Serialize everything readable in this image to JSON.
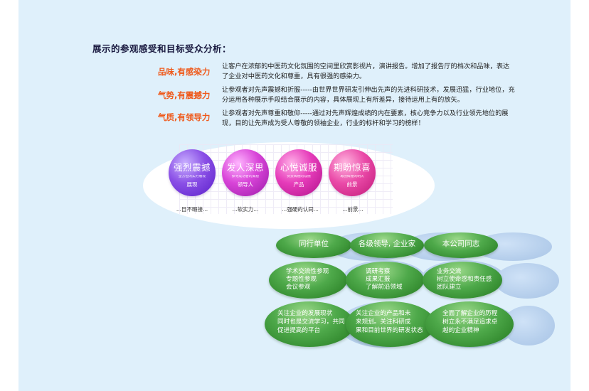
{
  "title": "展示的参观感受和目标受众分析：",
  "rows": [
    {
      "tag": "品味,有感染力",
      "text": "让客户在浓郁的中医药文化氛围的空间里欣赏影视片，演讲报告。增加了报告厅的档次和品味，表达了企业对中医药文化和尊重，具有很强的感染力。"
    },
    {
      "tag": "气势,有震撼力",
      "text": "让参观者对先声震撼和折服-----由世界世界研发引伸出先声的先进科研技术，发展迅猛，行业地位，充分运用各种展示手段结合展示的内容，具体展现上有所差异，接待运用上有的放矢。"
    },
    {
      "tag": "气质,有领导力",
      "text": "让参观者对先声尊重和敬仰-----通过对先声辉煌成绩的内在要素，核心竞争力以及行业领先地位的展现，目的让先声成为受人尊敬的领袖企业，行业的标杆和学习的榜样！"
    }
  ],
  "bubbles": [
    {
      "big": "强烈震撼",
      "small": "全方位的实力展现",
      "mid": "展现",
      "caption": "...目不暇接..."
    },
    {
      "big": "发人深思",
      "small": "探寻成功者的奥秘",
      "mid": "领导人",
      "caption": "...软实力..."
    },
    {
      "big": "心悦诚服",
      "small": "赞赏辉煌的成绩",
      "mid": "产品",
      "caption": "...强硬的认同..."
    },
    {
      "big": "期盼惊喜",
      "small": "再创辉煌的明天",
      "mid": "前景",
      "caption": "...前景..."
    }
  ],
  "audience": [
    {
      "head": "同行单位",
      "mid": [
        "学术交流性参观",
        "专题性参观",
        "会议参观"
      ],
      "bottom": [
        "关注企业的发展现状",
        "同时也是交流学习，共同",
        "促进提高的平台"
      ]
    },
    {
      "head": "各级领导, 企业家",
      "mid": [
        "调研考察",
        "成果汇报",
        "了解前沿领域"
      ],
      "bottom": [
        "关注企业的产品和未",
        "来规划。关注科研成",
        "果和目前世界的研发状态"
      ]
    },
    {
      "head": "本公司同志",
      "mid": [
        "业务交流",
        "树立使命感和责任感",
        "团队建立"
      ],
      "bottom": [
        "全面了解企业的历程",
        "树立永不满足追求卓",
        "越的企业精神"
      ]
    }
  ]
}
